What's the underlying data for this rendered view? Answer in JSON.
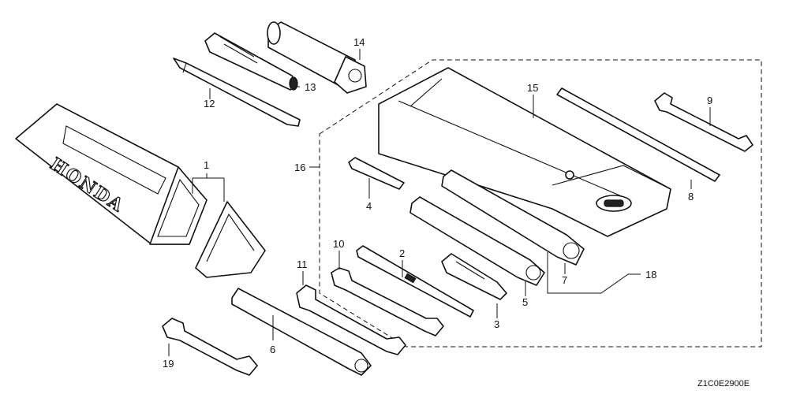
{
  "diagram": {
    "drawing_code": "Z1C0E2900E",
    "brand_mark": "HONDA",
    "callouts": {
      "c1": "1",
      "c2": "2",
      "c3": "3",
      "c4": "4",
      "c5": "5",
      "c6": "6",
      "c7": "7",
      "c8": "8",
      "c9": "9",
      "c10": "10",
      "c11": "11",
      "c12": "12",
      "c13": "13",
      "c14": "14",
      "c15": "15",
      "c16": "16",
      "c18": "18",
      "c19": "19"
    }
  }
}
